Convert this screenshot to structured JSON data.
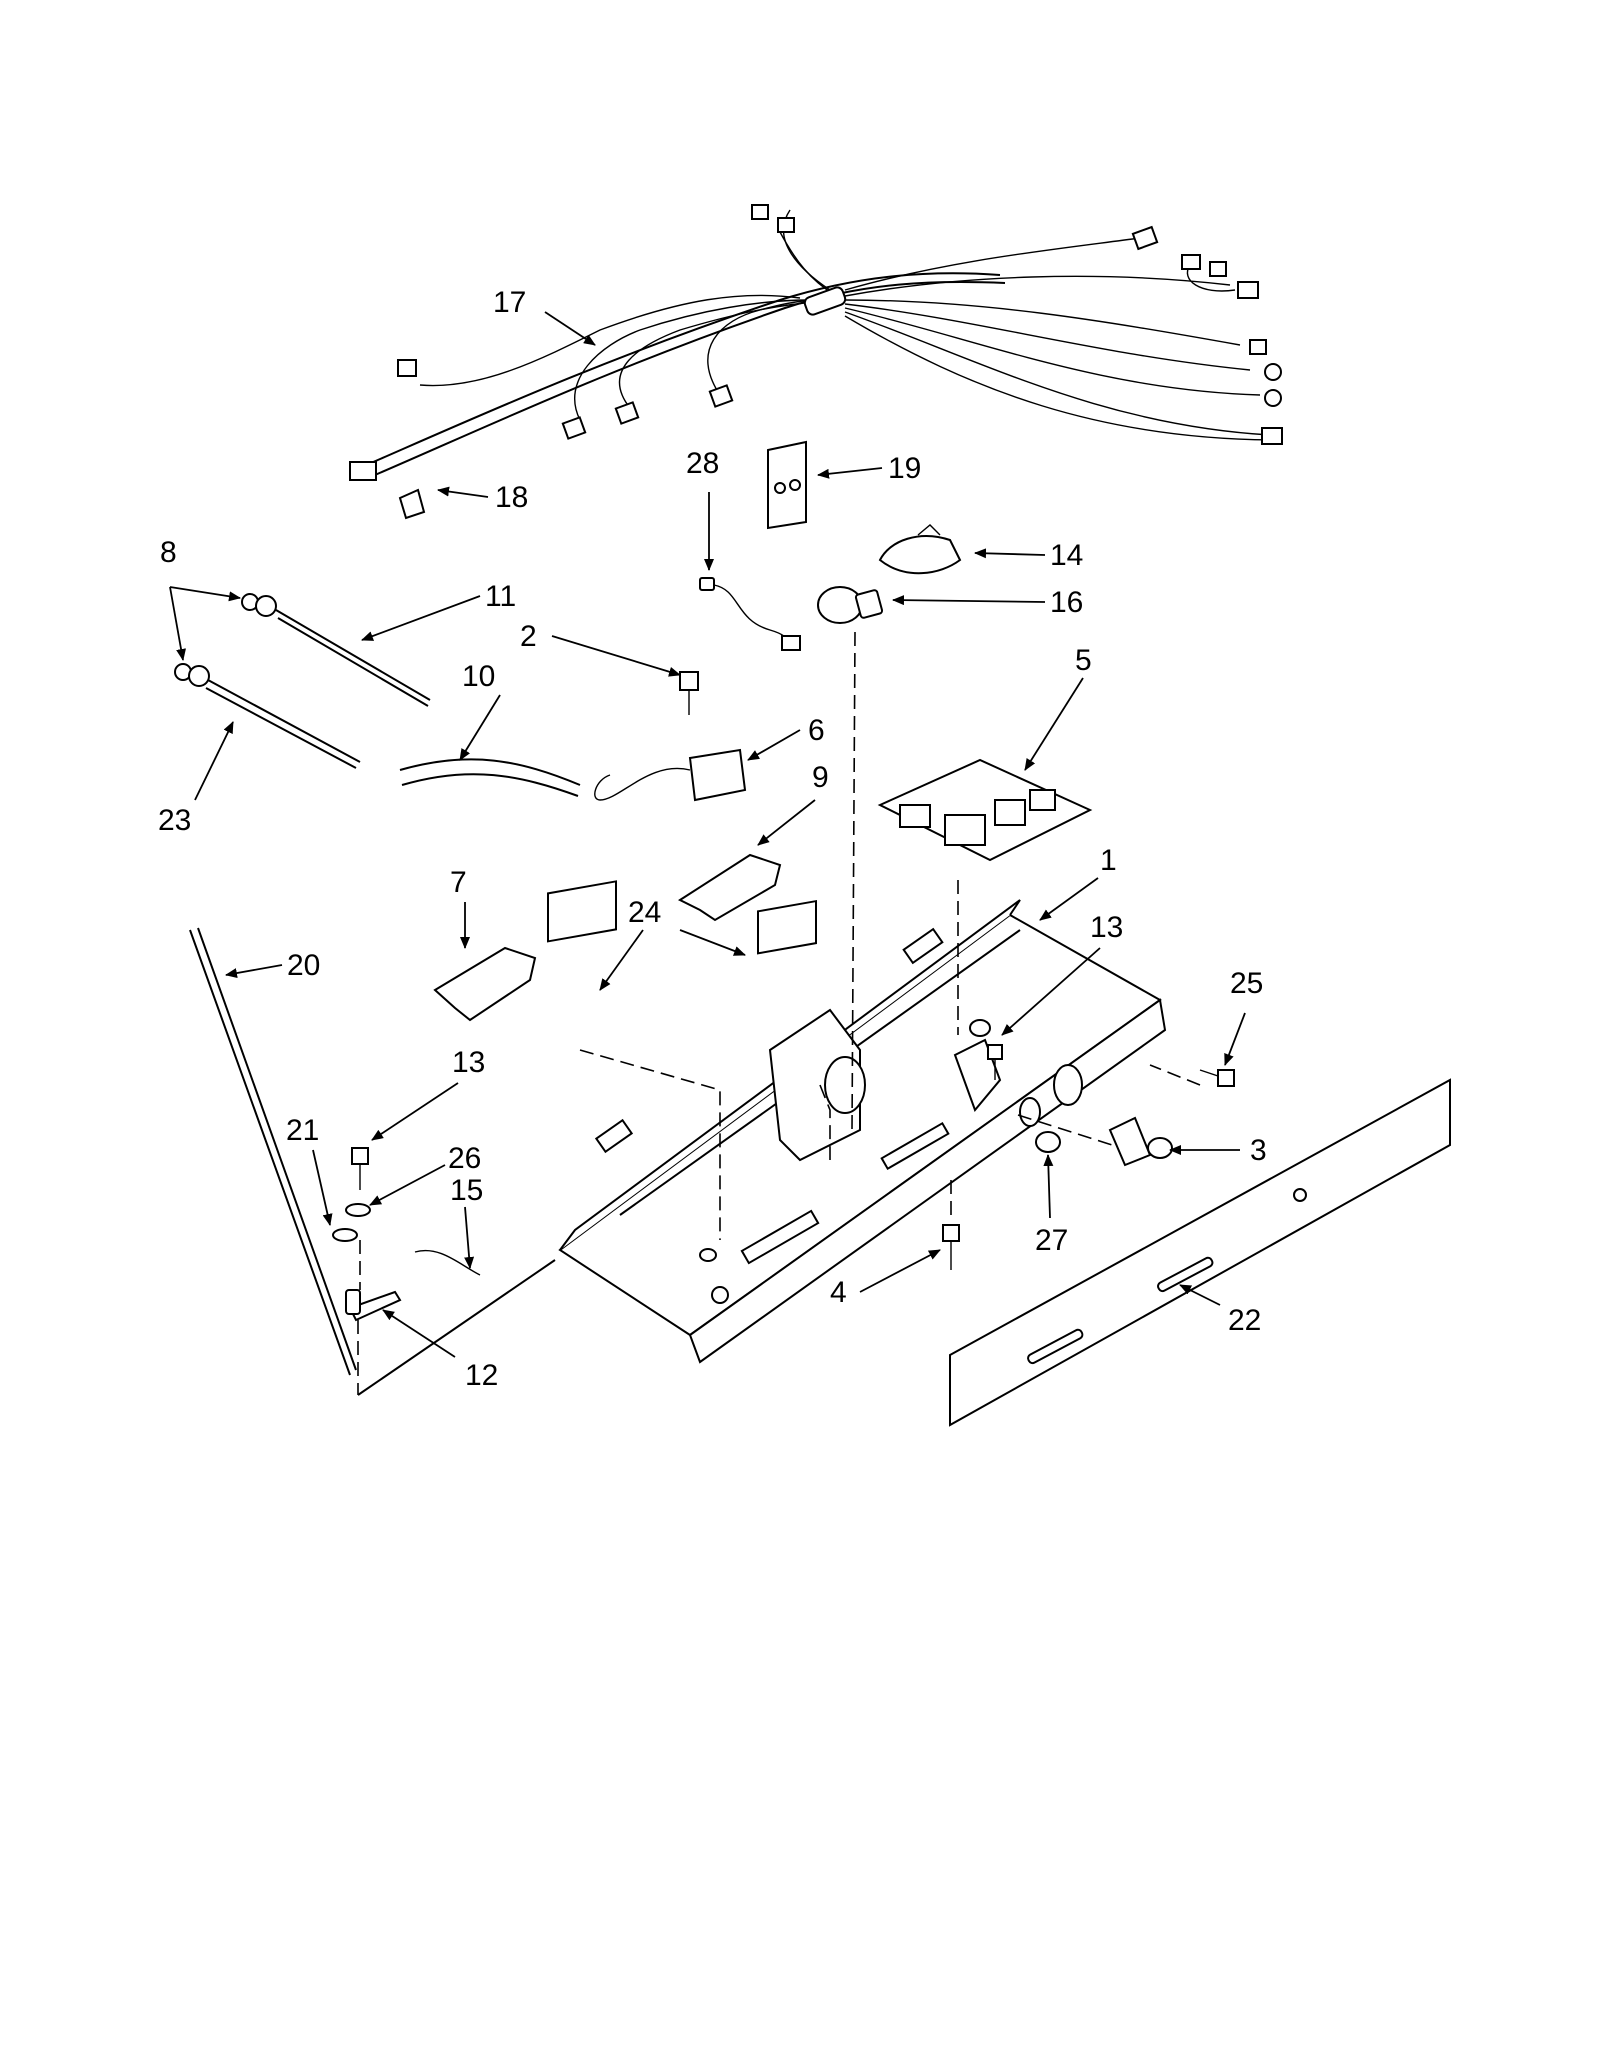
{
  "callouts": [
    {
      "id": "1",
      "text": "1"
    },
    {
      "id": "2",
      "text": "2"
    },
    {
      "id": "3",
      "text": "3"
    },
    {
      "id": "4",
      "text": "4"
    },
    {
      "id": "5",
      "text": "5"
    },
    {
      "id": "6",
      "text": "6"
    },
    {
      "id": "7",
      "text": "7"
    },
    {
      "id": "8",
      "text": "8"
    },
    {
      "id": "9",
      "text": "9"
    },
    {
      "id": "10",
      "text": "10"
    },
    {
      "id": "11",
      "text": "11"
    },
    {
      "id": "12",
      "text": "12"
    },
    {
      "id": "13a",
      "text": "13"
    },
    {
      "id": "13b",
      "text": "13"
    },
    {
      "id": "14",
      "text": "14"
    },
    {
      "id": "15",
      "text": "15"
    },
    {
      "id": "16",
      "text": "16"
    },
    {
      "id": "17",
      "text": "17"
    },
    {
      "id": "18",
      "text": "18"
    },
    {
      "id": "19",
      "text": "19"
    },
    {
      "id": "20",
      "text": "20"
    },
    {
      "id": "21",
      "text": "21"
    },
    {
      "id": "22",
      "text": "22"
    },
    {
      "id": "23",
      "text": "23"
    },
    {
      "id": "24",
      "text": "24"
    },
    {
      "id": "25",
      "text": "25"
    },
    {
      "id": "26",
      "text": "26"
    },
    {
      "id": "27",
      "text": "27"
    },
    {
      "id": "28",
      "text": "28"
    }
  ]
}
